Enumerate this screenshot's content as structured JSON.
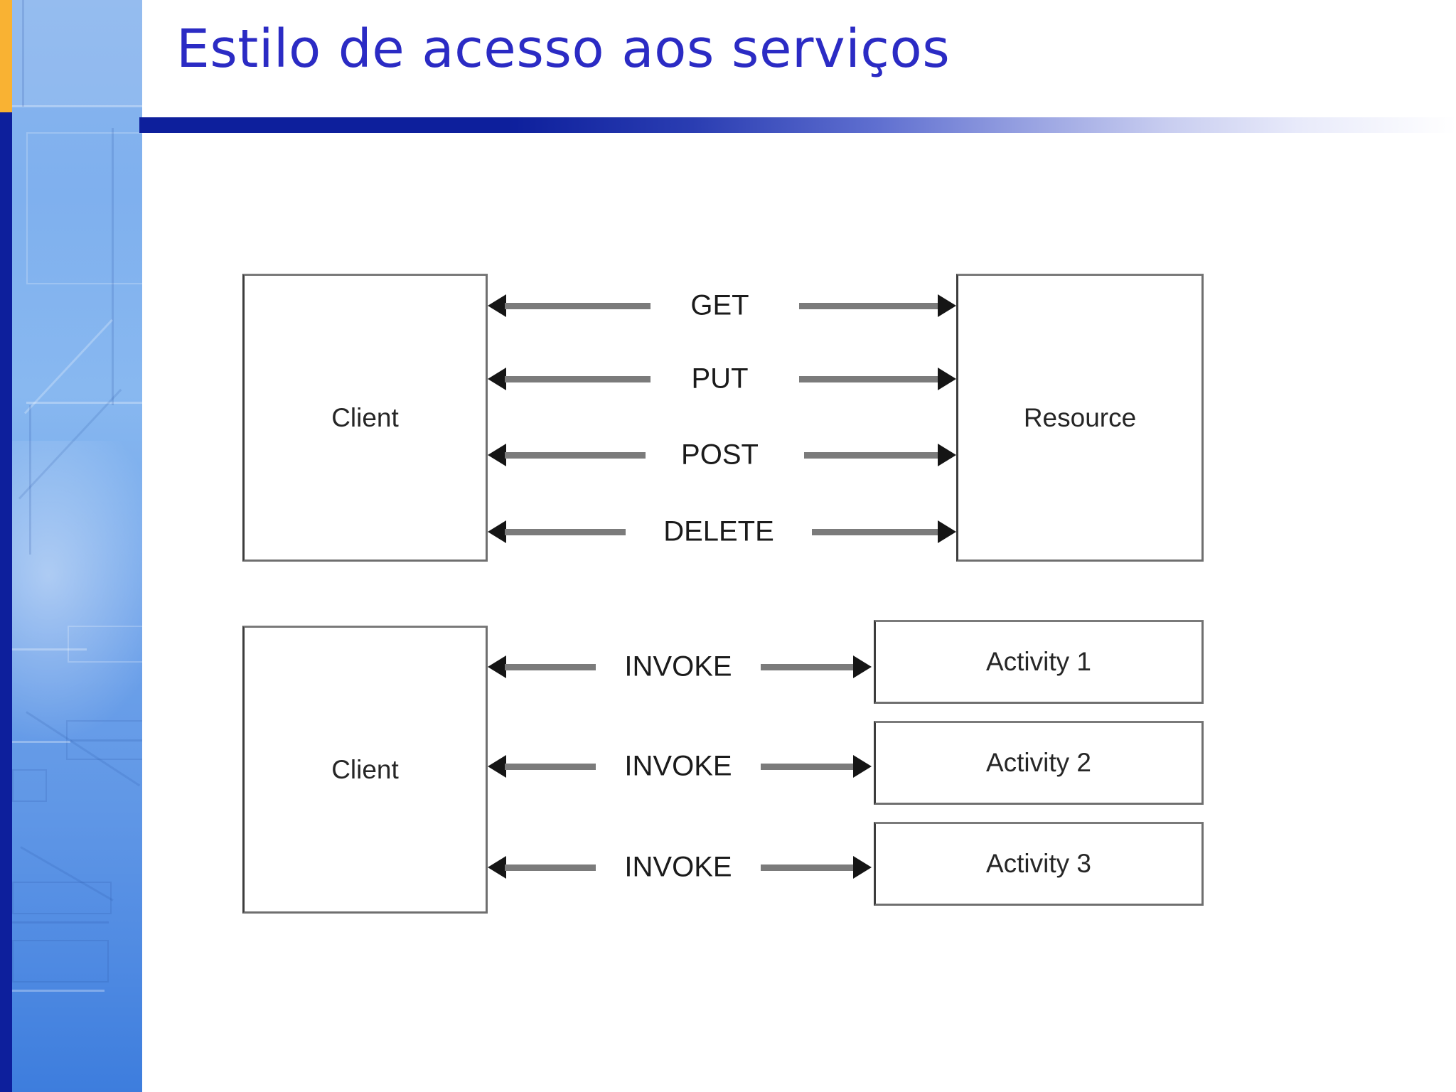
{
  "slide": {
    "title": "Estilo de acesso aos serviços",
    "theme": {
      "title_color": "#2b2bc4",
      "rule_start_color": "#0d1f9c",
      "rule_end_color": "#ffffff",
      "sidebar_accent_color": "#f9b233",
      "sidebar_stripe_color": "#0d1f9c",
      "sidebar_panel_color": "#6fa3ea",
      "box_border_color": "#6f6f6f",
      "arrow_shaft_color": "#7b7b7b",
      "arrow_head_color": "#151515",
      "canvas_color": "#ffffff"
    }
  },
  "diagram_rest": {
    "name": "resource-oriented-access",
    "client_label": "Client",
    "target_label": "Resource",
    "operations": [
      {
        "label": "GET"
      },
      {
        "label": "PUT"
      },
      {
        "label": "POST"
      },
      {
        "label": "DELETE"
      }
    ]
  },
  "diagram_service": {
    "name": "service-oriented-access",
    "client_label": "Client",
    "operations": [
      {
        "label": "INVOKE",
        "target": "Activity 1"
      },
      {
        "label": "INVOKE",
        "target": "Activity 2"
      },
      {
        "label": "INVOKE",
        "target": "Activity 3"
      }
    ]
  }
}
